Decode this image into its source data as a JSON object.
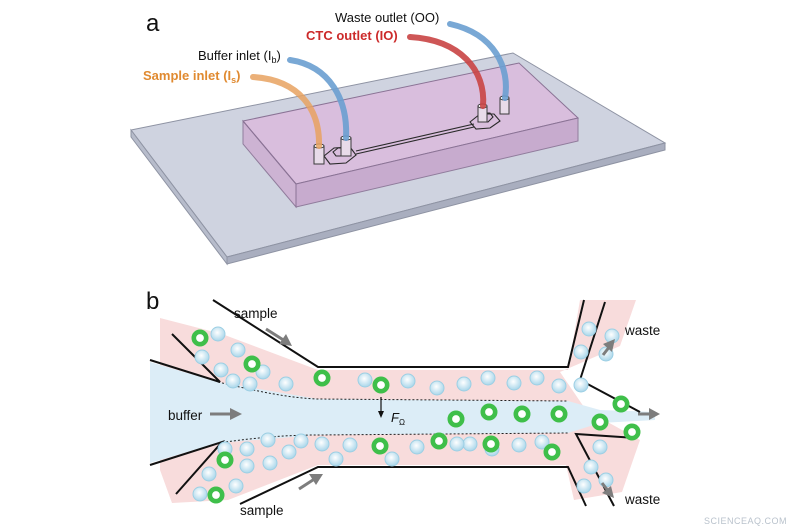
{
  "panel_a": {
    "letter": "a",
    "waste_outlet": "Waste outlet (OO)",
    "ctc_outlet": "CTC outlet (IO)",
    "buffer_inlet": "Buffer inlet (I",
    "buffer_inlet_sub": "b",
    "sample_inlet": "Sample inlet (I",
    "sample_inlet_sub": "s",
    "close_paren": ")",
    "colors": {
      "sample_tube": "#e8a260",
      "buffer_tube": "#6a9fd0",
      "ctc_tube": "#c94444",
      "waste_tube": "#6a9fd0",
      "sample_label": "#e08a30",
      "ctc_label": "#cc2a2a"
    }
  },
  "panel_b": {
    "letter": "b",
    "sample_top": "sample",
    "sample_bottom": "sample",
    "buffer": "buffer",
    "waste_top": "waste",
    "waste_bottom": "waste",
    "force": "F",
    "force_sub": "Ω",
    "colors": {
      "sample_fluid": "#f8dcdc",
      "buffer_fluid": "#dcedf7",
      "ctc_cell": "#3fbf4a",
      "blood_cell": "#bfe3f0"
    }
  },
  "watermark": "SCIENCEAQ.COM"
}
